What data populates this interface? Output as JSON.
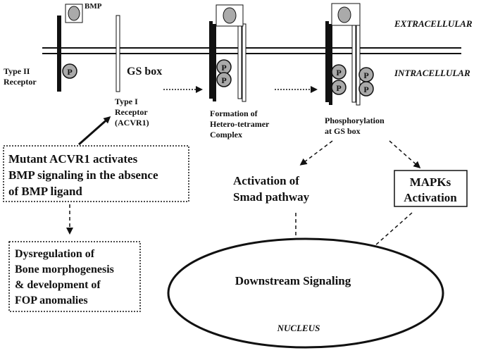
{
  "labels": {
    "bmp": "BMP",
    "extracellular": "EXTRACELLULAR",
    "intracellular": "INTRACELLULAR",
    "type2_line1": "Type II",
    "type2_line2": "Receptor",
    "gs_box": "GS box",
    "type1_line1": "Type I",
    "type1_line2": "Receptor",
    "type1_line3": "(ACVR1)",
    "formation_line1": "Formation of",
    "formation_line2": "Hetero-tetramer",
    "formation_line3": "Complex",
    "phospho_line1": "Phosphorylation",
    "phospho_line2": "at GS box",
    "p": "P"
  },
  "boxes": {
    "mutant_line1": "Mutant ACVR1 activates",
    "mutant_line2": "BMP signaling in the absence",
    "mutant_line3": "of BMP ligand",
    "dysreg_line1": "Dysregulation of",
    "dysreg_line2": "Bone morphogenesis",
    "dysreg_line3": "& development of",
    "dysreg_line4": "FOP anomalies",
    "mapk_line1": "MAPKs",
    "mapk_line2": "Activation"
  },
  "pathway": {
    "smad_line1": "Activation of",
    "smad_line2": "Smad pathway",
    "downstream": "Downstream Signaling",
    "nucleus": "NUCLEUS"
  }
}
